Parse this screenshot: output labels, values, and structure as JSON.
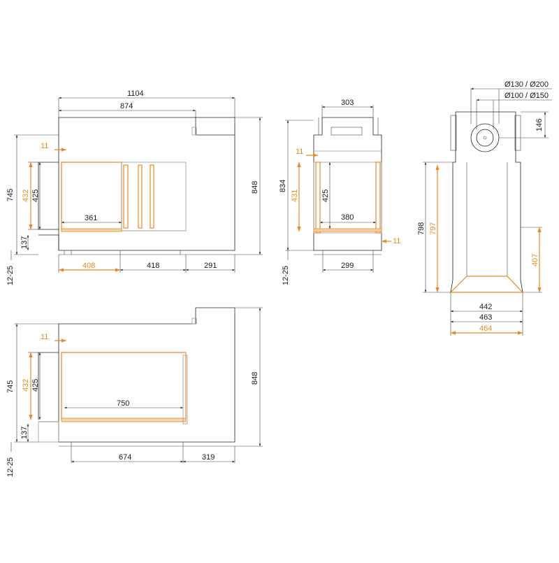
{
  "colors": {
    "line": "#222222",
    "accent": "#e88a1a",
    "muted": "#9a9a9a"
  },
  "front_view": {
    "d_1104": "1104",
    "d_874": "874",
    "d_11": "11",
    "d_745": "745",
    "d_432": "432",
    "d_425": "425",
    "d_361": "361",
    "d_137": "137",
    "d_848": "848",
    "d_1225": "12-25",
    "d_408": "408",
    "d_418": "418",
    "d_291": "291"
  },
  "side_view": {
    "d_303": "303",
    "d_11a": "11",
    "d_834": "834",
    "d_431": "431",
    "d_425": "425",
    "d_380": "380",
    "d_11b": "11",
    "d_1225": "12-25",
    "d_299": "299"
  },
  "top_view": {
    "d_flue1": "Ø130 / Ø200",
    "d_flue2": "Ø100 / Ø150",
    "d_146": "146",
    "d_798": "798",
    "d_797": "797",
    "d_407": "407",
    "d_442": "442",
    "d_463": "463",
    "d_464": "464"
  },
  "back_view": {
    "d_11": "11",
    "d_745": "745",
    "d_432": "432",
    "d_425": "425",
    "d_750": "750",
    "d_137": "137",
    "d_848": "848",
    "d_1225": "12-25",
    "d_674": "674",
    "d_319": "319"
  }
}
